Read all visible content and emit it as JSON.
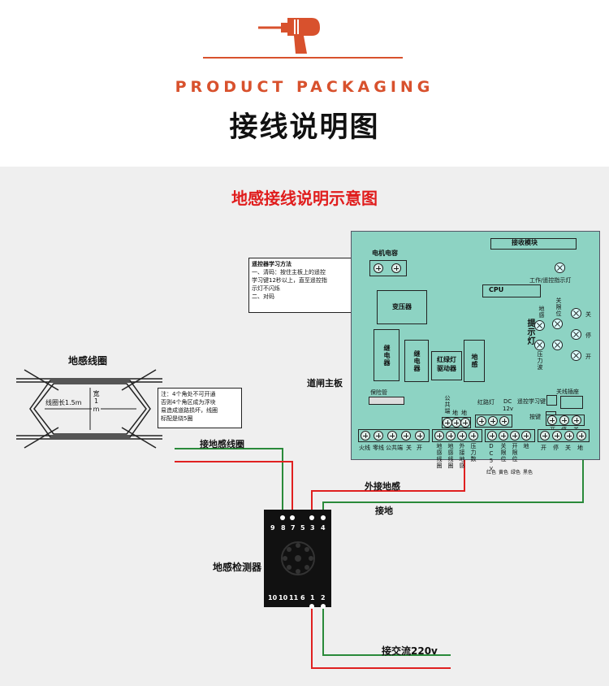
{
  "header": {
    "section_label": "PRODUCT PACKAGING",
    "title": "接线说明图"
  },
  "diagram": {
    "title": "地感接线说明示意图",
    "remote_note": {
      "title": "遥控器学习方法",
      "line1": "一、清码：按住主板上的遥控",
      "line2": "学习键12秒以上，直至遥控指",
      "line3": "示灯不闪烁",
      "line4": "二、对码"
    },
    "loop": {
      "label": "地感线圈",
      "length_label": "线圈长1.5m",
      "width_label": "宽1m"
    },
    "loop_note": {
      "line1": "注：4个角处不可开通",
      "line2": "否则4个角区成为浮块",
      "line3": "易造成道路损坏，线圈",
      "line4": "标配是绕5圈"
    },
    "board_label": "道闸主板",
    "board": {
      "capacitor": "电机电容",
      "receiver": "接收模块",
      "remote_led": "工作/遥控指示灯",
      "cpu": "CPU",
      "transformer": "变压器",
      "relay1": "继电器",
      "relay2": "继电器",
      "traffic_driver1": "红绿灯",
      "traffic_driver2": "驱动器",
      "ground_sense": "地感",
      "fuse": "保险管",
      "indicator_label": "提示灯",
      "led_ground": "地感",
      "led_limit": "关限位",
      "led_pressure": "压力波",
      "led_close": "关",
      "led_stop": "停",
      "led_open": "开",
      "common_label": "公共端",
      "ground1": "地",
      "ground2": "地",
      "traffic_light": "红路灯",
      "dc12": "DC",
      "dc12v": "12v",
      "remote_learn": "遥控学习键",
      "button": "按键",
      "switch": "关线插座",
      "kbs_open": "开",
      "kbs_stop": "停",
      "kbs_close": "关",
      "t1_labels": [
        "火线",
        "零线",
        "公共端",
        "关",
        "开"
      ],
      "t2_labels": [
        "地感线圈",
        "地感线圈",
        "外接地感",
        "压力数"
      ],
      "t3_labels": [
        "DC5v",
        "关限位",
        "开限位",
        "地"
      ],
      "t3_colors": [
        "红色",
        "黄色",
        "绿色",
        "黑色"
      ],
      "t4_labels": [
        "开",
        "停",
        "关",
        "地"
      ]
    },
    "wire_loop": "接地感线圈",
    "wire_external": "外接地感",
    "wire_ground": "接地",
    "wire_ac": "接交流220v",
    "detector_label": "地感检测器",
    "pins_top": [
      "9",
      "8",
      "7",
      "5",
      "3",
      "4"
    ],
    "pins_bottom": [
      "10",
      "10",
      "11",
      "6",
      "1",
      "2"
    ],
    "colors": {
      "accent": "#d8512d",
      "title_red": "#e01d1d",
      "board": "#8dd3c3",
      "wire_red": "#e02020",
      "wire_green": "#2a8a3a"
    }
  }
}
